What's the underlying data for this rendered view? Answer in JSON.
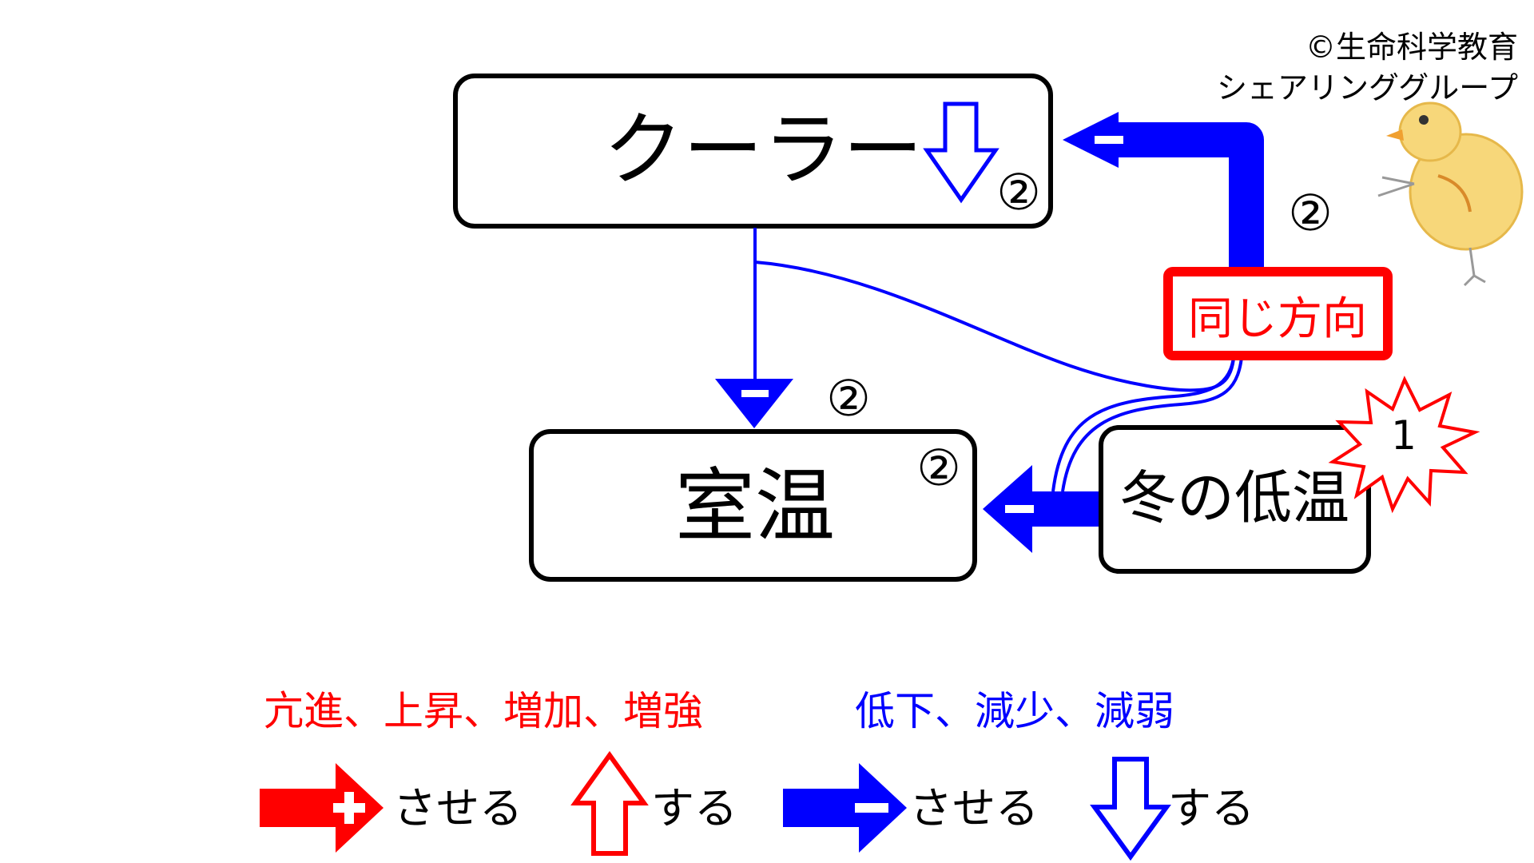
{
  "copyright": {
    "line1": "©生命科学教育",
    "line2": "シェアリンググループ"
  },
  "nodes": {
    "cooler": "クーラー",
    "room_temp": "室温",
    "winter_cold": "冬の低温"
  },
  "same_direction_label": "同じ方向",
  "step_numbers": {
    "cooler_badge": "②",
    "feedback_arrow": "②",
    "down_arrow": "②",
    "room_badge": "②",
    "winter_star": "1"
  },
  "legend": {
    "red_words": "亢進、上昇、増加、増強",
    "blue_words": "低下、減少、減弱",
    "plus_arrow_text": "させる",
    "up_arrow_text": "する",
    "minus_arrow_text": "させる",
    "down_arrow_text": "する"
  },
  "colors": {
    "red": "#ff0000",
    "blue": "#0000ff",
    "black": "#000000"
  }
}
